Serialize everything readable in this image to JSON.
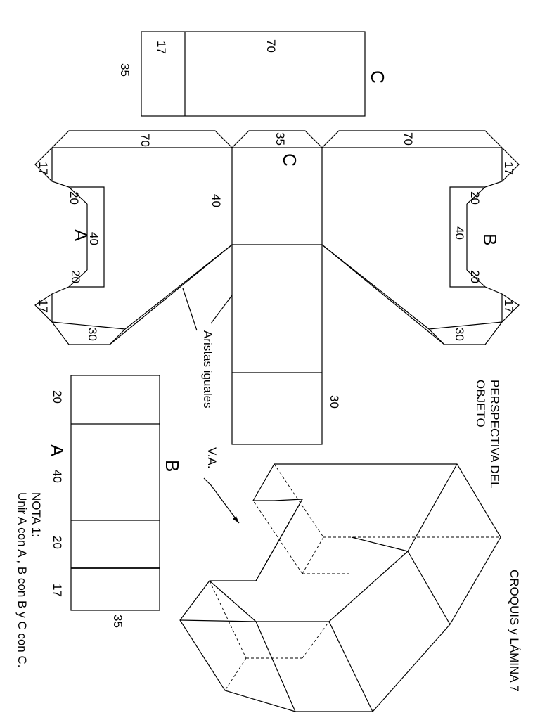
{
  "title": "CROQUIS y LÁMINA 7",
  "perspective_label": [
    "PERSPECTIVA DEL",
    "OBJETO"
  ],
  "view_label": "V.A.",
  "edges_note": "Aristas iguales",
  "note": {
    "heading": "NOTA 1:",
    "text": "Unir A con A , B con B y C con C."
  },
  "face_letters": {
    "c_top": "C",
    "c_net": "C",
    "a_net": "A",
    "b_net": "B",
    "a_strip": "A",
    "b_strip": "B"
  },
  "dimensions": {
    "c_rect_width": "70",
    "c_rect_tab": "17",
    "c_rect_height": "35",
    "net_left_70": "70",
    "net_center_35": "35",
    "net_right_70": "70",
    "net_left_17_top": "17",
    "net_left_20_top": "20",
    "net_left_40": "40",
    "net_left_20_bottom": "20",
    "net_left_17_bottom": "17",
    "net_left_30": "30",
    "net_center_40": "40",
    "net_right_17_top": "17",
    "net_right_20_top": "20",
    "net_right_40": "40",
    "net_right_20_bottom": "20",
    "net_right_17_bottom": "17",
    "net_right_30": "30",
    "net_center_30": "30",
    "strip_20_top": "20",
    "strip_40": "40",
    "strip_20_bottom": "20",
    "strip_17": "17",
    "strip_35": "35"
  }
}
